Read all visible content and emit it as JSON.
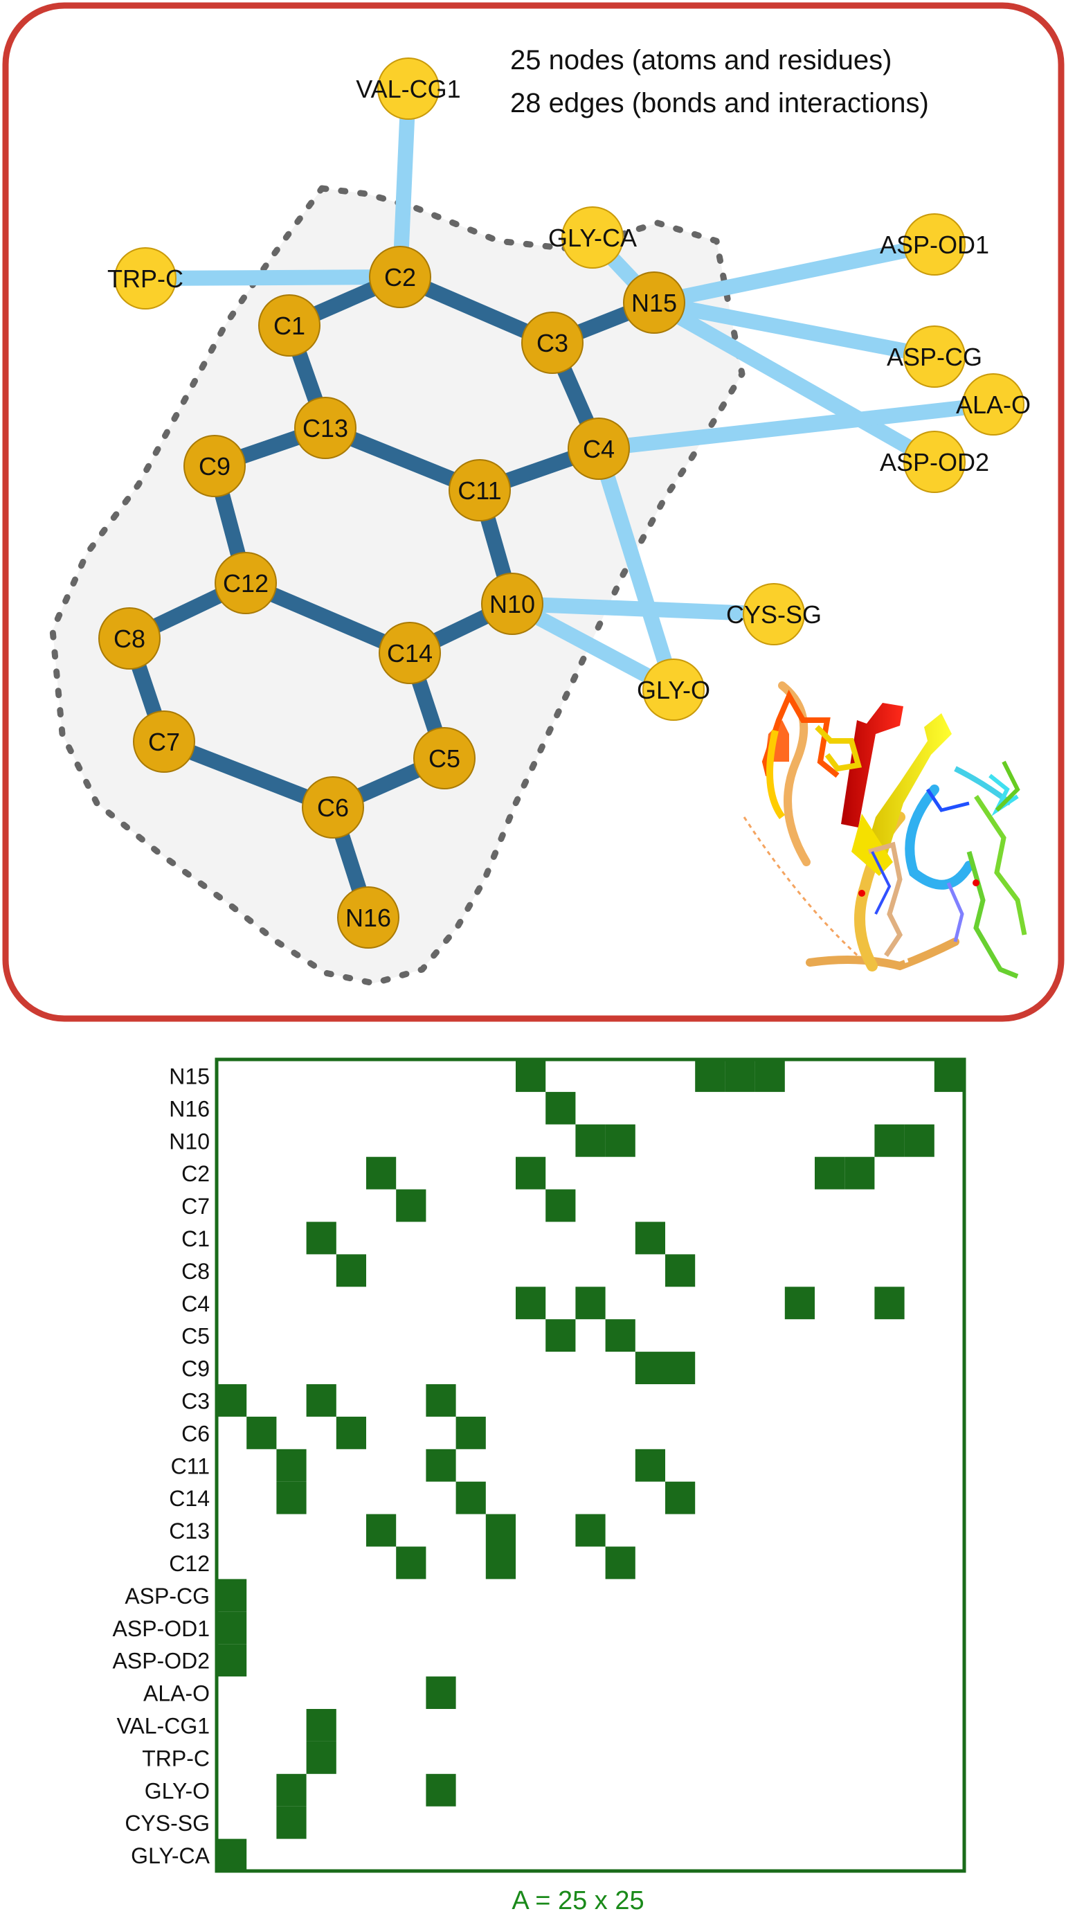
{
  "info": {
    "nodes_line": "25 nodes (atoms and residues)",
    "edges_line": "28 edges (bonds and interactions)"
  },
  "colors": {
    "panel_border": "#cc3b32",
    "node_fill": "#e2a70f",
    "residue_fill": "#fbd02a",
    "bond_edge": "#2f6892",
    "interaction_edge": "#93d3f4",
    "ligand_region": "#f3f3f3",
    "matrix_color": "#1a6b1a"
  },
  "ligand_atoms": [
    "C1",
    "C2",
    "C3",
    "N15",
    "C4",
    "C11",
    "C13",
    "C9",
    "C12",
    "N10",
    "C14",
    "C8",
    "C7",
    "C6",
    "C5",
    "N16"
  ],
  "residues": [
    "VAL-CG1",
    "TRP-C",
    "GLY-CA",
    "ASP-OD1",
    "ASP-CG",
    "ALA-O",
    "ASP-OD2",
    "CYS-SG",
    "GLY-O"
  ],
  "bonds": [
    [
      "C1",
      "C2"
    ],
    [
      "C2",
      "C3"
    ],
    [
      "C3",
      "N15"
    ],
    [
      "C3",
      "C4"
    ],
    [
      "C1",
      "C13"
    ],
    [
      "C13",
      "C9"
    ],
    [
      "C13",
      "C11"
    ],
    [
      "C11",
      "C4"
    ],
    [
      "C11",
      "N10"
    ],
    [
      "C9",
      "C12"
    ],
    [
      "C12",
      "C8"
    ],
    [
      "C12",
      "C14"
    ],
    [
      "C14",
      "N10"
    ],
    [
      "C14",
      "C5"
    ],
    [
      "C8",
      "C7"
    ],
    [
      "C7",
      "C6"
    ],
    [
      "C6",
      "C5"
    ],
    [
      "C6",
      "N16"
    ]
  ],
  "interactions": [
    [
      "C2",
      "VAL-CG1"
    ],
    [
      "C2",
      "TRP-C"
    ],
    [
      "N15",
      "GLY-CA"
    ],
    [
      "N15",
      "ASP-OD1"
    ],
    [
      "N15",
      "ASP-CG"
    ],
    [
      "N15",
      "ASP-OD2"
    ],
    [
      "C4",
      "ALA-O"
    ],
    [
      "C4",
      "GLY-O"
    ],
    [
      "N10",
      "CYS-SG"
    ],
    [
      "N10",
      "GLY-O"
    ]
  ],
  "matrix": {
    "caption": "A = 25 x 25",
    "rows": [
      "N15",
      "N16",
      "N10",
      "C2",
      "C7",
      "C1",
      "C8",
      "C4",
      "C5",
      "C9",
      "C3",
      "C6",
      "C11",
      "C14",
      "C13",
      "C12",
      "ASP-CG",
      "ASP-OD1",
      "ASP-OD2",
      "ALA-O",
      "VAL-CG1",
      "TRP-C",
      "GLY-O",
      "CYS-SG",
      "GLY-CA"
    ],
    "filled": [
      [
        10,
        16,
        17,
        18,
        24
      ],
      [
        11
      ],
      [
        12,
        13,
        22,
        23
      ],
      [
        5,
        10,
        20,
        21
      ],
      [
        6,
        11
      ],
      [
        3,
        14
      ],
      [
        4,
        15
      ],
      [
        10,
        12,
        19,
        22
      ],
      [
        11,
        13
      ],
      [
        14,
        15
      ],
      [
        0,
        3,
        7
      ],
      [
        1,
        4,
        8
      ],
      [
        2,
        7,
        14
      ],
      [
        2,
        8,
        15
      ],
      [
        5,
        9,
        12
      ],
      [
        6,
        9,
        13
      ],
      [
        0
      ],
      [
        0
      ],
      [
        0
      ],
      [
        7
      ],
      [
        3
      ],
      [
        3
      ],
      [
        2,
        7
      ],
      [
        2
      ],
      [
        0
      ]
    ]
  }
}
